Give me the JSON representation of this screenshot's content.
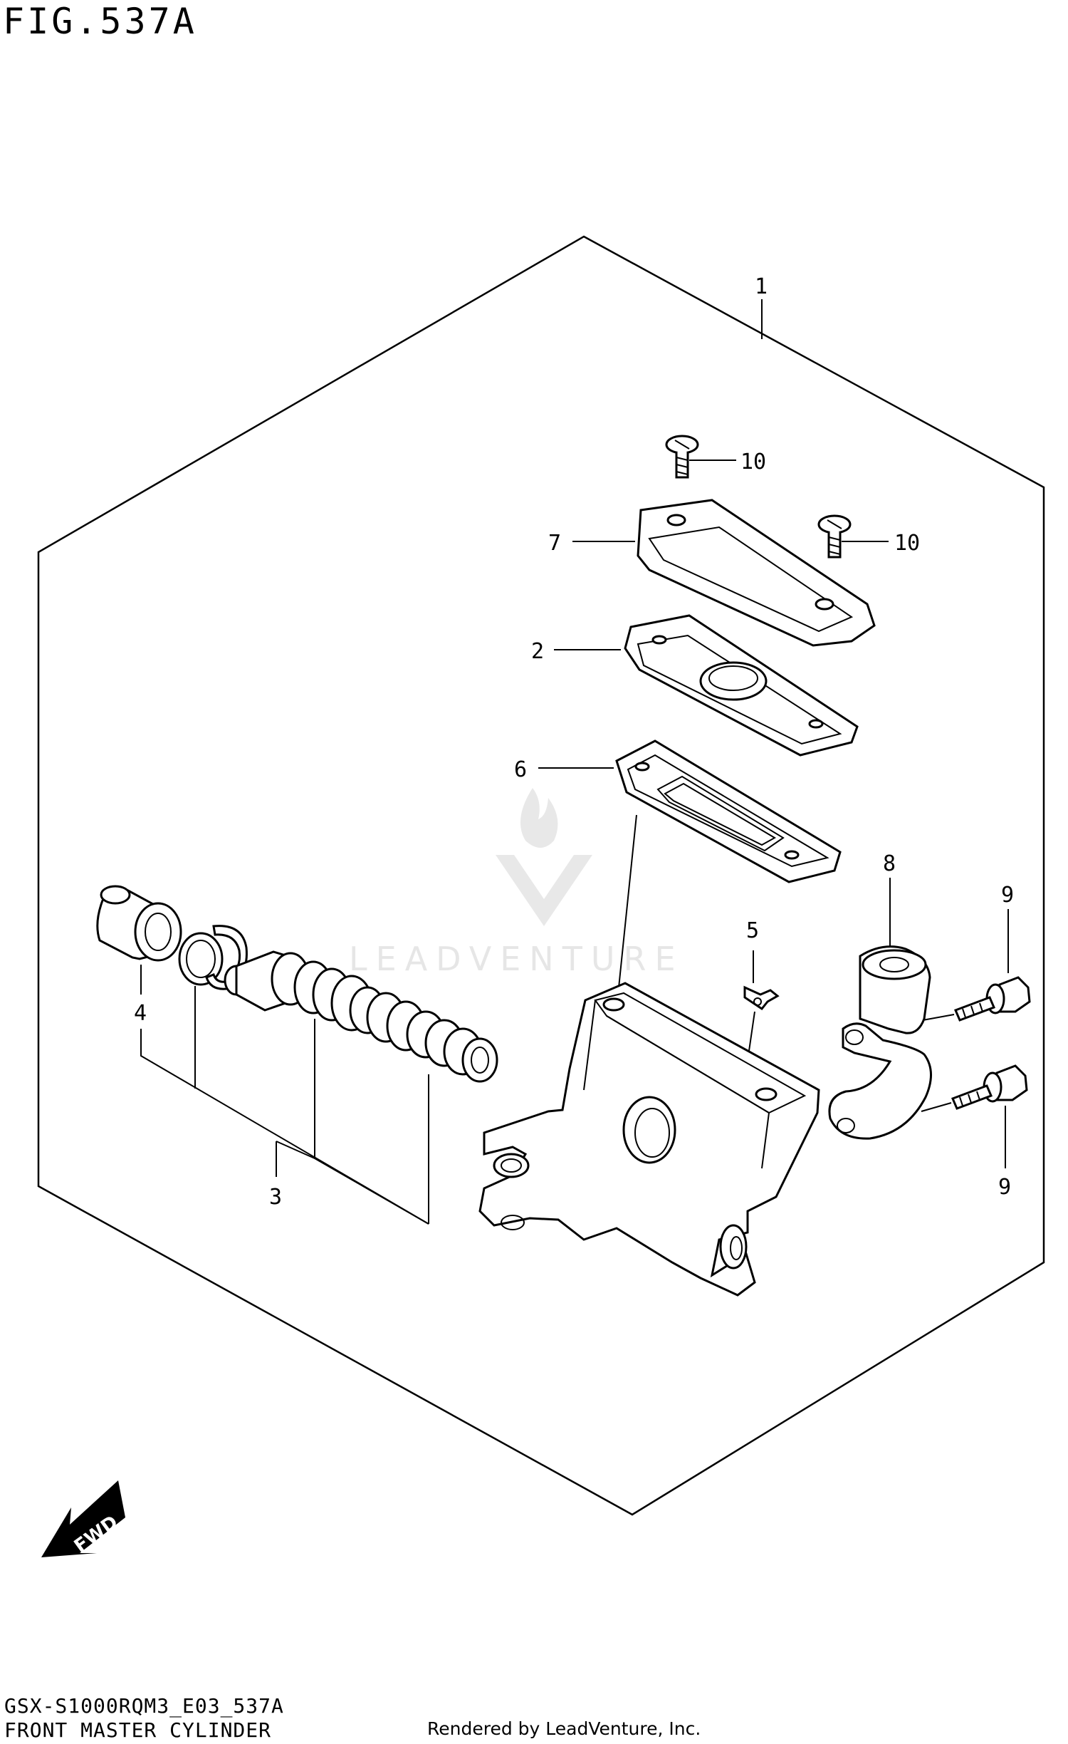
{
  "header": {
    "figure_title": "FIG.537A"
  },
  "footer": {
    "model_code": "GSX-S1000RQM3_E03_537A",
    "section_name": "FRONT MASTER CYLINDER",
    "credit": "Rendered by LeadVenture, Inc."
  },
  "watermark": {
    "brand": "LEADVENTURE"
  },
  "direction_marker": {
    "label": "FWD"
  },
  "callouts": {
    "c1": "1",
    "c2": "2",
    "c3": "3",
    "c4": "4",
    "c5": "5",
    "c6": "6",
    "c7": "7",
    "c8": "8",
    "c9a": "9",
    "c9b": "9",
    "c10a": "10",
    "c10b": "10"
  }
}
